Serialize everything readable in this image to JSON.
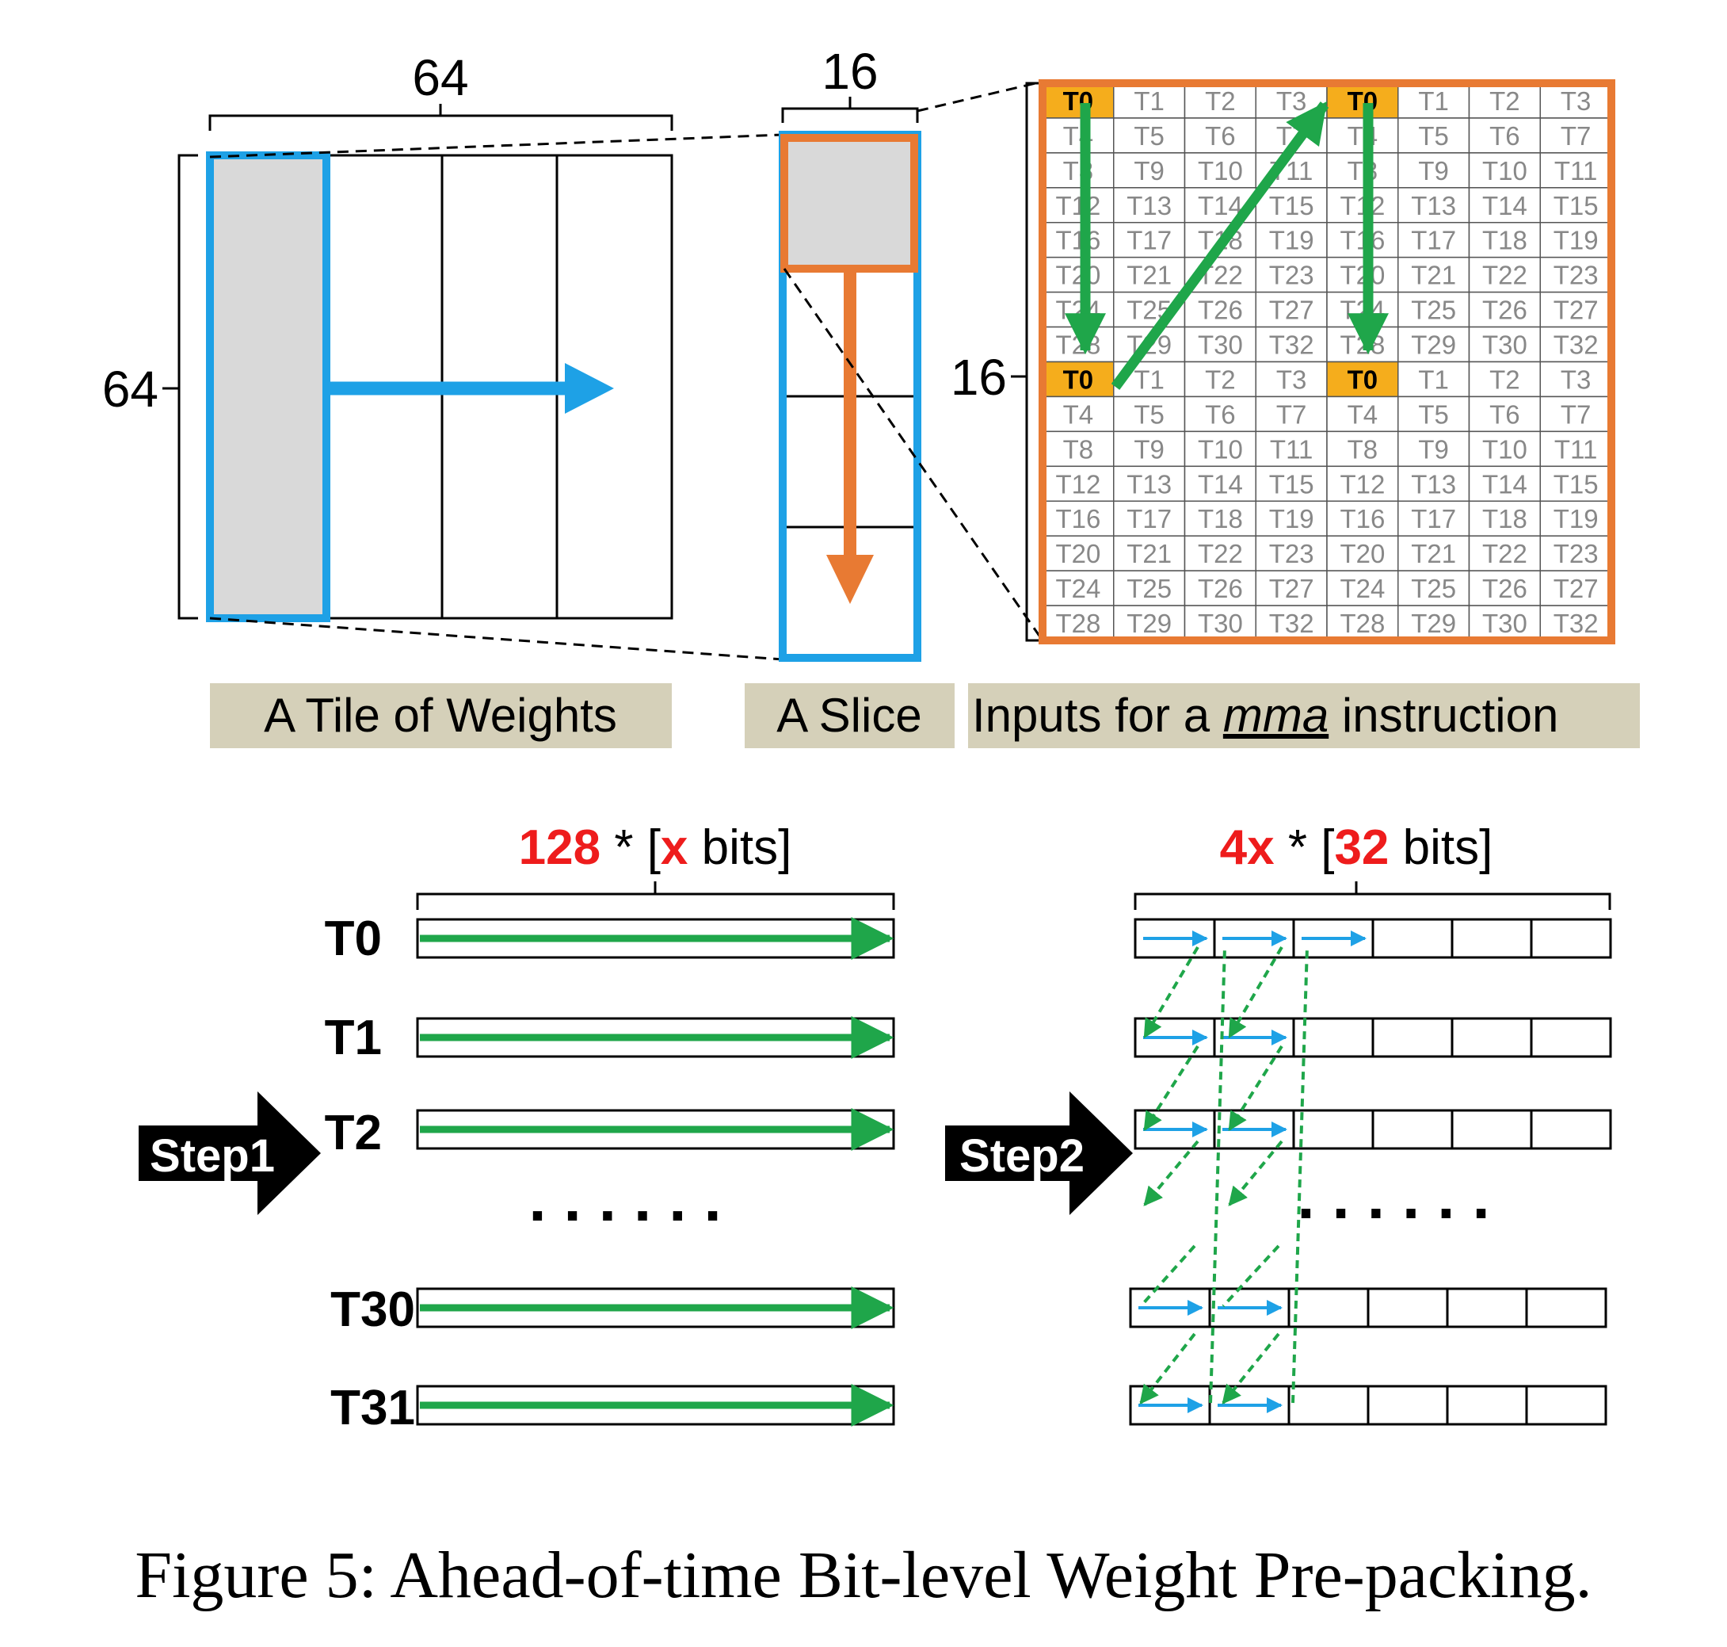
{
  "tile": {
    "width_label": "64",
    "height_label": "64",
    "caption": "A Tile of Weights"
  },
  "slice": {
    "width_label": "16",
    "caption": "A Slice"
  },
  "mma": {
    "height_label": "16",
    "caption_prefix": "Inputs for a ",
    "caption_em": "mma",
    "caption_suffix": " instruction",
    "grid_rows": [
      [
        "T0",
        "T1",
        "T2",
        "T3",
        "T0",
        "T1",
        "T2",
        "T3"
      ],
      [
        "T4",
        "T5",
        "T6",
        "T7",
        "T4",
        "T5",
        "T6",
        "T7"
      ],
      [
        "T8",
        "T9",
        "T10",
        "T11",
        "T8",
        "T9",
        "T10",
        "T11"
      ],
      [
        "T12",
        "T13",
        "T14",
        "T15",
        "T12",
        "T13",
        "T14",
        "T15"
      ],
      [
        "T16",
        "T17",
        "T18",
        "T19",
        "T16",
        "T17",
        "T18",
        "T19"
      ],
      [
        "T20",
        "T21",
        "T22",
        "T23",
        "T20",
        "T21",
        "T22",
        "T23"
      ],
      [
        "T24",
        "T25",
        "T26",
        "T27",
        "T24",
        "T25",
        "T26",
        "T27"
      ],
      [
        "T28",
        "T29",
        "T30",
        "T32",
        "T28",
        "T29",
        "T30",
        "T32"
      ],
      [
        "T0",
        "T1",
        "T2",
        "T3",
        "T0",
        "T1",
        "T2",
        "T3"
      ],
      [
        "T4",
        "T5",
        "T6",
        "T7",
        "T4",
        "T5",
        "T6",
        "T7"
      ],
      [
        "T8",
        "T9",
        "T10",
        "T11",
        "T8",
        "T9",
        "T10",
        "T11"
      ],
      [
        "T12",
        "T13",
        "T14",
        "T15",
        "T12",
        "T13",
        "T14",
        "T15"
      ],
      [
        "T16",
        "T17",
        "T18",
        "T19",
        "T16",
        "T17",
        "T18",
        "T19"
      ],
      [
        "T20",
        "T21",
        "T22",
        "T23",
        "T20",
        "T21",
        "T22",
        "T23"
      ],
      [
        "T24",
        "T25",
        "T26",
        "T27",
        "T24",
        "T25",
        "T26",
        "T27"
      ],
      [
        "T28",
        "T29",
        "T30",
        "T32",
        "T28",
        "T29",
        "T30",
        "T32"
      ]
    ]
  },
  "step1": {
    "label": "Step1",
    "header_count": "128",
    "header_mid": " * [",
    "header_var": "x",
    "header_end": " bits]",
    "row_labels": [
      "T0",
      "T1",
      "T2",
      "T30",
      "T31"
    ],
    "ellipsis": "......"
  },
  "step2": {
    "label": "Step2",
    "header_count": "4x",
    "header_mid": " * [",
    "header_var": "32",
    "header_end": " bits]",
    "ellipsis": "......"
  },
  "caption": "Figure 5: Ahead-of-time Bit-level Weight Pre-packing.",
  "colors": {
    "blue": "#1ea1e6",
    "orange": "#e87a33",
    "green": "#1fa64a",
    "red": "#ee1c1c",
    "gold": "#f5ad1c",
    "gray_fill": "#d9d9d9",
    "caption_bg": "#d5d0b9"
  }
}
